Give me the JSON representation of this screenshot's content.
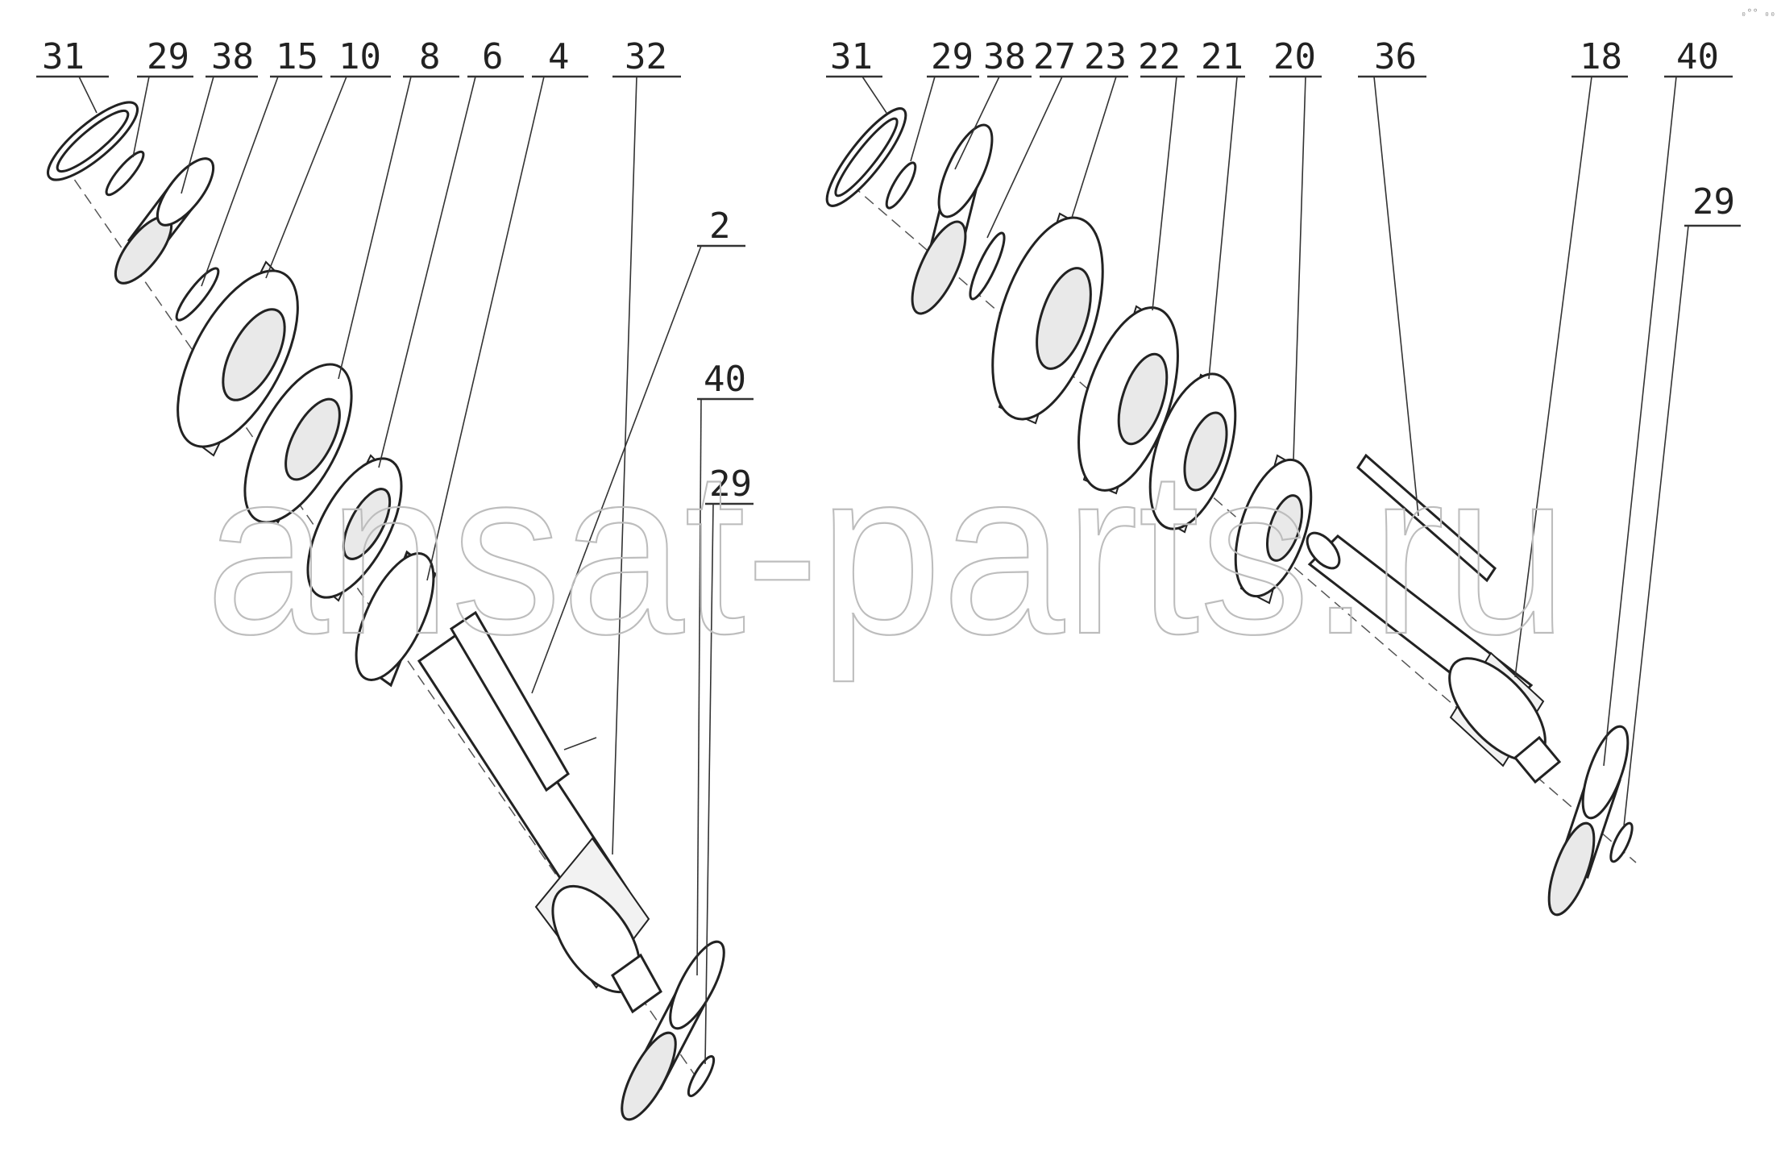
{
  "watermark": "ansat-parts.ru",
  "corner_mark": "₀°° ₀₀₀",
  "left_assembly": {
    "labels": [
      "31",
      "29",
      "38",
      "15",
      "10",
      "8",
      "6",
      "4",
      "32",
      "2",
      "40",
      "29"
    ]
  },
  "right_assembly": {
    "labels": [
      "31",
      "29",
      "38",
      "27",
      "23",
      "22",
      "21",
      "20",
      "36",
      "18",
      "40",
      "29"
    ]
  }
}
